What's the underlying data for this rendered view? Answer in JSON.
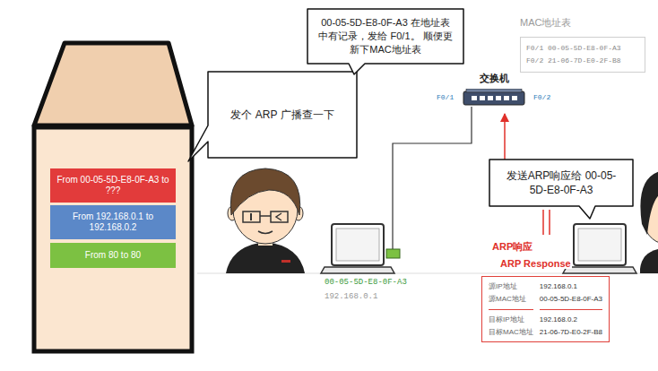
{
  "diagram": {
    "nodes": [
      {
        "text": [
          "From 00-05-5D-E8-0F-A3 to ???"
        ]
      },
      {
        "text": [
          "From 192.168.0.1 to 192.168.0.2"
        ]
      },
      {
        "text": [
          "From 80 to 80"
        ]
      },
      {
        "text": [
          "发个 ARP 广播查一下"
        ]
      },
      {
        "text": [
          "00-05-5D-E8-0F-A3 在地址表 中有记录，发给 F0/1。 顺便更新下MAC地址表"
        ]
      },
      {
        "text": [
          "交换机"
        ]
      },
      {
        "text": [
          "MAC地址表",
          "F0/1 00-05-5D-E8-0F-A3",
          "F0/2 21-06-7D-E0-2F-B8"
        ]
      },
      {
        "text": [
          "00-05-5D-E8-0F-A3",
          "192.168.0.1"
        ]
      },
      {
        "text": [
          "发送ARP响应给 00-05-5D-E8-0F-A3"
        ]
      },
      {
        "text": [
          "源IP地址",
          "192.168.0.1",
          "源MAC地址",
          "00-05-5D-E8-0F-A3",
          "目标IP地址",
          "192.168.0.2",
          "目标MAC地址",
          "21-06-7D-E0-2F-B8"
        ]
      }
    ],
    "edges": [
      {
        "from": 7,
        "to": 5,
        "arrow": "none"
      }
    ],
    "labels": [
      "F0/1",
      "F0/2",
      "ARP响应",
      "ARP Response"
    ]
  }
}
